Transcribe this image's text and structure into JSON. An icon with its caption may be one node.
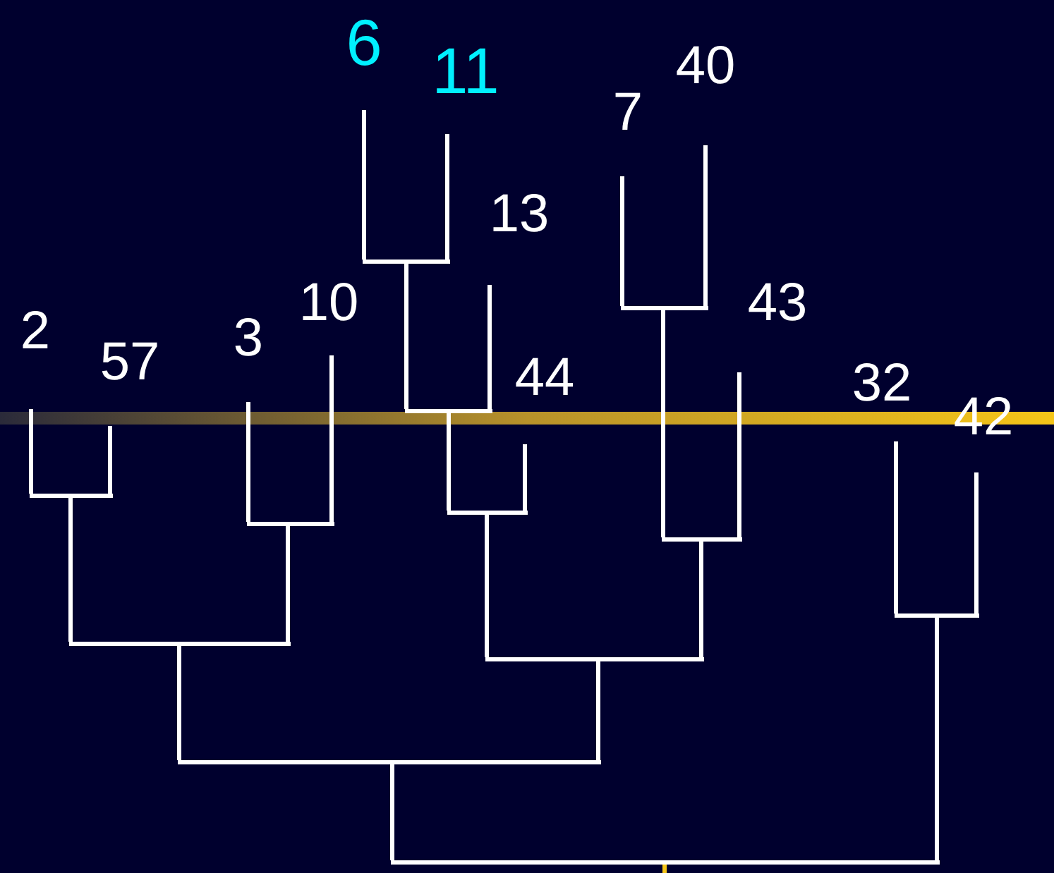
{
  "diagram": {
    "nodes": [
      {
        "text": [
          "2"
        ]
      },
      {
        "text": [
          "57"
        ]
      },
      {
        "text": [
          "3"
        ]
      },
      {
        "text": [
          "10"
        ]
      },
      {
        "text": [
          "6"
        ]
      },
      {
        "text": [
          "11"
        ]
      },
      {
        "text": [
          "13"
        ]
      },
      {
        "text": [
          "44"
        ]
      },
      {
        "text": [
          "7"
        ]
      },
      {
        "text": [
          "40"
        ]
      },
      {
        "text": [
          "43"
        ]
      },
      {
        "text": [
          "32"
        ]
      },
      {
        "text": [
          "42"
        ]
      },
      {
        "text": [],
        "shape": "bar"
      },
      {
        "text": [],
        "shape": "bar"
      },
      {
        "text": [],
        "shape": "bar"
      },
      {
        "text": [],
        "shape": "bar"
      },
      {
        "text": [],
        "shape": "bar"
      },
      {
        "text": [],
        "shape": "bar"
      },
      {
        "text": [],
        "shape": "bar"
      },
      {
        "text": [],
        "shape": "bar"
      },
      {
        "text": [],
        "shape": "bar"
      },
      {
        "text": [],
        "shape": "bar"
      },
      {
        "text": [],
        "shape": "bar"
      },
      {
        "text": [],
        "shape": "bar"
      }
    ],
    "edges": [
      {
        "from": 0,
        "to": 13,
        "arrow": "none"
      },
      {
        "from": 1,
        "to": 13,
        "arrow": "none"
      },
      {
        "from": 2,
        "to": 14,
        "arrow": "none"
      },
      {
        "from": 3,
        "to": 14,
        "arrow": "none"
      },
      {
        "from": 13,
        "to": 15,
        "arrow": "none"
      },
      {
        "from": 14,
        "to": 15,
        "arrow": "none"
      },
      {
        "from": 4,
        "to": 16,
        "arrow": "none"
      },
      {
        "from": 5,
        "to": 16,
        "arrow": "none"
      },
      {
        "from": 16,
        "to": 17,
        "arrow": "none"
      },
      {
        "from": 6,
        "to": 17,
        "arrow": "none"
      },
      {
        "from": 17,
        "to": 18,
        "arrow": "none"
      },
      {
        "from": 7,
        "to": 18,
        "arrow": "none"
      },
      {
        "from": 8,
        "to": 19,
        "arrow": "none"
      },
      {
        "from": 9,
        "to": 19,
        "arrow": "none"
      },
      {
        "from": 19,
        "to": 20,
        "arrow": "none"
      },
      {
        "from": 10,
        "to": 20,
        "arrow": "none"
      },
      {
        "from": 18,
        "to": 21,
        "arrow": "none"
      },
      {
        "from": 20,
        "to": 21,
        "arrow": "none"
      },
      {
        "from": 15,
        "to": 22,
        "arrow": "none"
      },
      {
        "from": 21,
        "to": 22,
        "arrow": "none"
      },
      {
        "from": 11,
        "to": 23,
        "arrow": "none"
      },
      {
        "from": 12,
        "to": 23,
        "arrow": "none"
      },
      {
        "from": 22,
        "to": 24,
        "arrow": "none"
      },
      {
        "from": 23,
        "to": 24,
        "arrow": "none"
      },
      {
        "from": 24,
        "to": null,
        "arrow": "none",
        "color": "#f5c518"
      }
    ]
  }
}
